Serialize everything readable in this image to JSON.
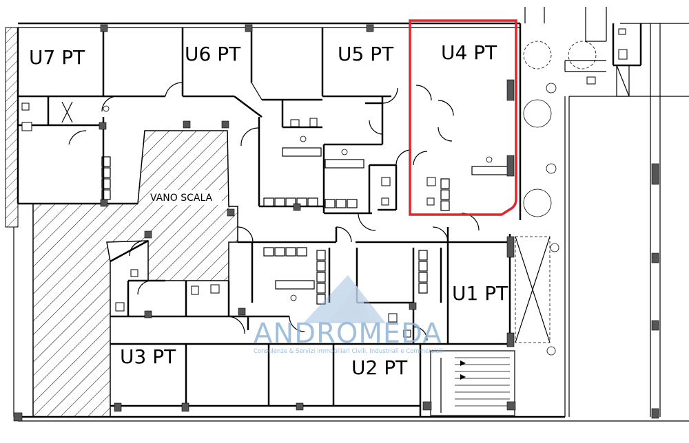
{
  "units": [
    {
      "id": "u7",
      "label": "U7 PT"
    },
    {
      "id": "u6",
      "label": "U6 PT"
    },
    {
      "id": "u5",
      "label": "U5 PT"
    },
    {
      "id": "u4",
      "label": "U4 PT",
      "highlighted": true
    },
    {
      "id": "u1",
      "label": "U1 PT"
    },
    {
      "id": "u3",
      "label": "U3 PT"
    },
    {
      "id": "u2",
      "label": "U2 PT"
    }
  ],
  "stair": {
    "label": "VANO SCALA"
  },
  "watermark": {
    "name": "ANDROMEDA",
    "subtitle": "Consulenze & Servizi Immobiliari Civili, Industriali e Commerciali"
  },
  "colors": {
    "highlight": "#e0262c",
    "watermark": "#8fb4d6",
    "lines": "#000000"
  }
}
